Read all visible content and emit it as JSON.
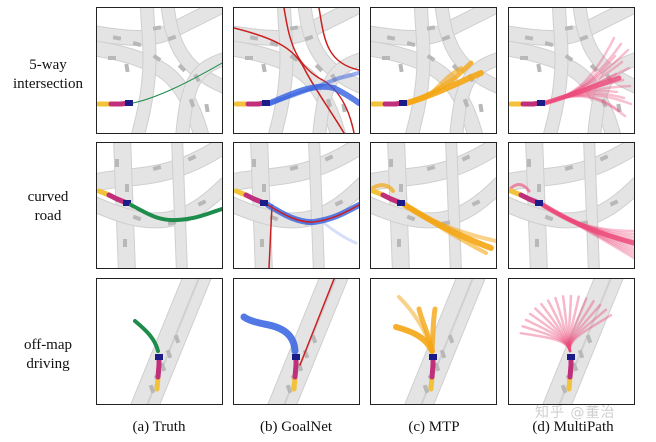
{
  "rows": [
    {
      "id": "row-5way",
      "label_lines": [
        "5-way",
        "intersection"
      ]
    },
    {
      "id": "row-curved",
      "label_lines": [
        "curved",
        "road"
      ]
    },
    {
      "id": "row-offmap",
      "label_lines": [
        "off-map",
        "driving"
      ]
    }
  ],
  "columns": [
    {
      "id": "truth",
      "label": "(a) Truth"
    },
    {
      "id": "goalnet",
      "label": "(b) GoalNet"
    },
    {
      "id": "mtp",
      "label": "(c) MTP"
    },
    {
      "id": "multipath",
      "label": "(d) MultiPath"
    }
  ],
  "watermark": "知乎 @董治",
  "colors": {
    "truth": "#1e8c4a",
    "goalnet": "#3460e0",
    "goal_line": "#cc1f1f",
    "mtp": "#f4a614",
    "multipath": "#ec4a7a",
    "road": "#e4e4e4",
    "road_edge": "#cfcfcf",
    "history_start": "#f2c23a",
    "history_mid": "#c0307a",
    "history_end": "#1c1c88"
  }
}
